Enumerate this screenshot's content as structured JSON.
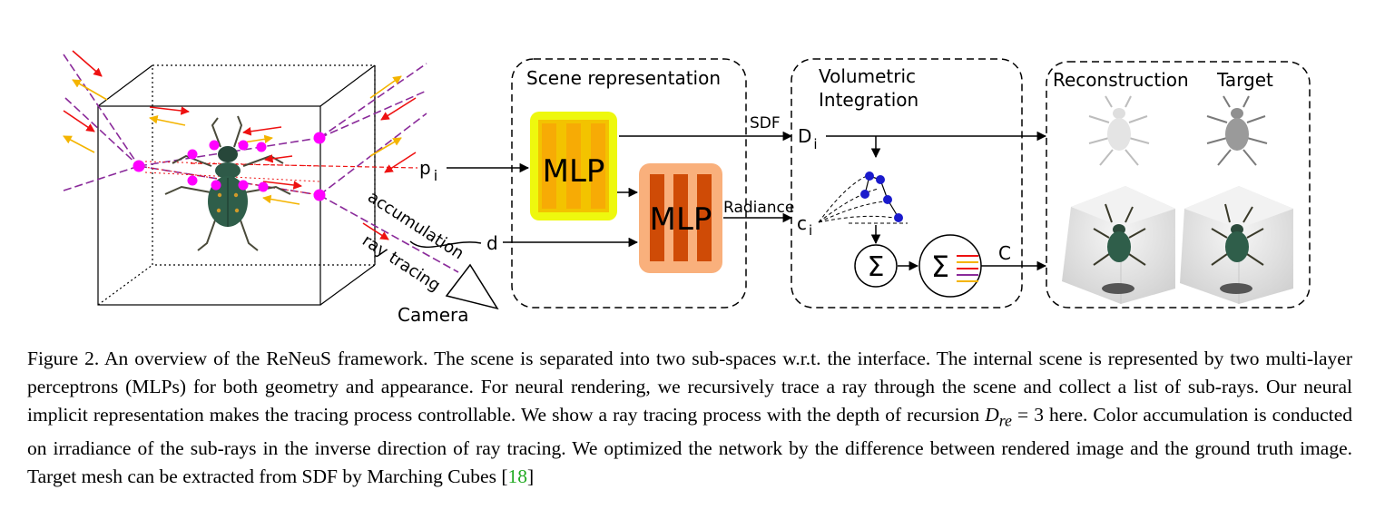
{
  "figure": {
    "left": {
      "p_label": "p",
      "p_sub": "i",
      "d_label": "d",
      "accumulation": "accumulation",
      "ray_tracing": "ray tracing",
      "camera": "Camera"
    },
    "scene": {
      "title": "Scene representation",
      "mlp1": "MLP",
      "mlp2": "MLP"
    },
    "links": {
      "sdf": "SDF",
      "radiance": "Radiance"
    },
    "volumetric": {
      "title_line1": "Volumetric",
      "title_line2": "Integration",
      "d_label": "D",
      "d_sub": "i",
      "c_label": "c",
      "c_sub": "i",
      "sum_symbol": "Σ",
      "C_label": "C"
    },
    "results": {
      "reconstruction": "Reconstruction",
      "target": "Target"
    }
  },
  "caption": {
    "text_before": "Figure 2. An overview of the ReNeuS framework. The scene is separated into two sub-spaces w.r.t. the interface. The internal scene is represented by two multi-layer perceptrons (MLPs) for both geometry and appearance. For neural rendering, we recursively trace a ray through the scene and collect a list of sub-rays. Our neural implicit representation makes the tracing process controllable. We show a ray tracing process with the depth of recursion ",
    "math_var": "D",
    "math_sub": "re",
    "math_rest": " = 3",
    "text_after": " here. Color accumulation is conducted on irradiance of the sub-rays in the inverse direction of ray tracing. We optimized the network by the difference between rendered image and the ground truth image. Target mesh can be extracted from SDF by Marching Cubes ",
    "ref_open": "[",
    "ref_num": "18",
    "ref_close": "]"
  },
  "colors": {
    "mlp1_outer": "#eef80e",
    "mlp1_inner": "#f3c300",
    "mlp1_bar": "#f7ab05",
    "mlp2_outer": "#f9b07c",
    "mlp2_bar": "#cf4b06",
    "incoming_ray": "#ee1111",
    "outgoing_ray": "#f4b400",
    "ray_path": "#8a2a9a",
    "sample_point": "#ff00ff",
    "node_blue": "#1a1acc",
    "citation": "#22aa22"
  }
}
